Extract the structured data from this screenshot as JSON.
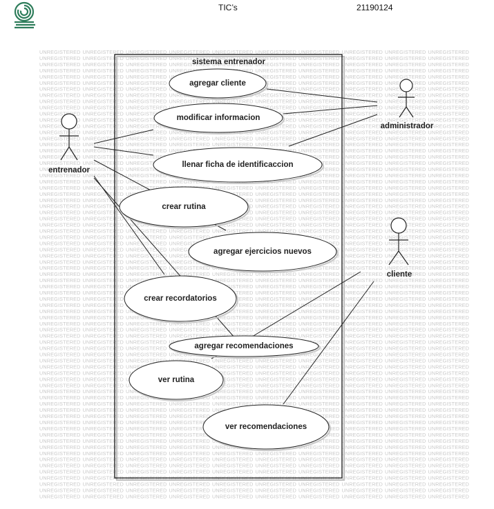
{
  "header": {
    "left_text": "TIC’s",
    "right_text": "21190124"
  },
  "watermark": "UNREGISTERED",
  "system": {
    "title": "sistema entrenador"
  },
  "actors": {
    "entrenador": "entrenador",
    "administrador": "administrador",
    "cliente": "cliente"
  },
  "use_cases": {
    "agregar_cliente": "agregar cliente",
    "modificar_informacion": "modificar informacion",
    "llenar_ficha": "llenar ficha de identificaccion",
    "crear_rutina": "crear rutina",
    "agregar_ejercicios": "agregar ejercicios nuevos",
    "crear_recordatorios": "crear recordatorios",
    "agregar_recomendaciones": "agregar recomendaciones",
    "ver_rutina": "ver rutina",
    "ver_recomendaciones": "ver recomendaciones"
  },
  "colors": {
    "logo": "#2e7d5b",
    "line": "#222222",
    "watermark": "#c8c8c8"
  }
}
